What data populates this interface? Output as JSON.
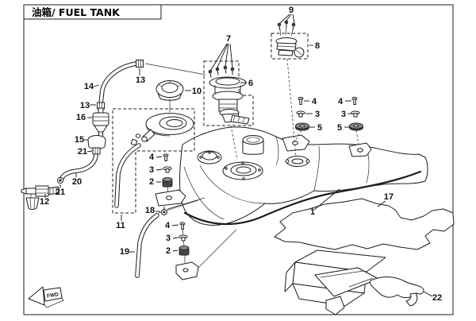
{
  "title": {
    "text": "油箱/ FUEL TANK"
  },
  "orientation": {
    "label": "FWD"
  },
  "colors": {
    "background": "#ffffff",
    "line": "#1c1c1c",
    "label": "#101010"
  },
  "callouts": [
    {
      "label": "9"
    },
    {
      "label": "8"
    },
    {
      "label": "7"
    },
    {
      "label": "6"
    },
    {
      "label": "10"
    },
    {
      "label": "13"
    },
    {
      "label": "14"
    },
    {
      "label": "13"
    },
    {
      "label": "16"
    },
    {
      "label": "15"
    },
    {
      "label": "21"
    },
    {
      "label": "20"
    },
    {
      "label": "21"
    },
    {
      "label": "12"
    },
    {
      "label": "11"
    },
    {
      "label": "4"
    },
    {
      "label": "3"
    },
    {
      "label": "2"
    },
    {
      "label": "18"
    },
    {
      "label": "19"
    },
    {
      "label": "4"
    },
    {
      "label": "3"
    },
    {
      "label": "2"
    },
    {
      "label": "4"
    },
    {
      "label": "3"
    },
    {
      "label": "5"
    },
    {
      "label": "4"
    },
    {
      "label": "3"
    },
    {
      "label": "5"
    },
    {
      "label": "1"
    },
    {
      "label": "17"
    },
    {
      "label": "22"
    }
  ]
}
